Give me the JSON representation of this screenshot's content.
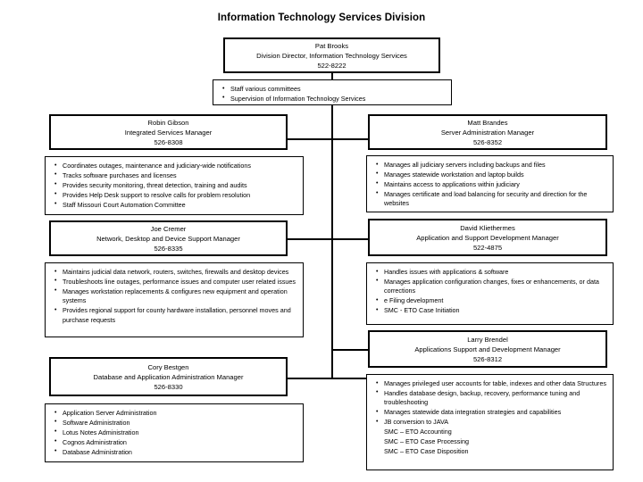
{
  "title": "Information Technology Services Division",
  "director": {
    "name": "Pat Brooks",
    "role": "Division Director, Information Technology Services",
    "phone": "522-8222"
  },
  "director_duties": {
    "items": [
      "Staff various committees",
      "Supervision  of Information Technology Services"
    ]
  },
  "gibson": {
    "name": "Robin Gibson",
    "role": "Integrated Services Manager",
    "phone": "526-8308"
  },
  "gibson_duties": {
    "items": [
      "Coordinates outages, maintenance and judiciary-wide notifications",
      "Tracks software purchases and licenses",
      "Provides security monitoring, threat detection, training and audits",
      "Provides Help Desk support to resolve calls for problem resolution",
      "Staff Missouri Court Automation Committee"
    ]
  },
  "brandes": {
    "name": "Matt Brandes",
    "role": "Server Administration Manager",
    "phone": "526-8352"
  },
  "brandes_duties": {
    "items": [
      "Manages all judiciary servers including backups and files",
      "Manages statewide workstation and laptop builds",
      "Maintains access to applications within judiciary",
      "Manages certificate and load balancing for security and direction for the websites"
    ]
  },
  "cremer": {
    "name": "Joe Cremer",
    "role": "Network, Desktop and Device Support Manager",
    "phone": "526-8335"
  },
  "cremer_duties": {
    "items": [
      "Maintains  judicial data network, routers, switches, firewalls and desktop devices",
      "Troubleshoots line outages, performance issues and computer user related issues",
      "Manages workstation replacements & configures new equipment and operation systems",
      "Provides regional support for county hardware installation, personnel moves and purchase requests"
    ]
  },
  "kliethermes": {
    "name": "David Kliethermes",
    "role": "Application and Support Development Manager",
    "phone": "522-4875"
  },
  "kliethermes_duties": {
    "items": [
      "Handles issues with applications & software",
      "Manages application configuration changes, fixes or enhancements, or data corrections",
      "e Filing development",
      "SMC - ETO Case Initiation"
    ]
  },
  "brendel": {
    "name": "Larry Brendel",
    "role": "Applications Support and Development Manager",
    "phone": "526-8312"
  },
  "bestgen": {
    "name": "Cory Bestgen",
    "role": "Database and Application Administration Manager",
    "phone": "526-8330"
  },
  "bestgen_duties": {
    "items": [
      "Application Server Administration",
      "Software Administration",
      "Lotus Notes  Administration",
      "Cognos Administration",
      "Database Administration"
    ]
  },
  "brendel_duties": {
    "bulleted": [
      "Manages privileged user accounts for table, indexes and other data Structures",
      "Handles database design, backup, recovery, performance tuning and troubleshooting",
      "Manages statewide data integration strategies and capabilities",
      "JB conversion to JAVA"
    ],
    "plain": [
      "SMC – ETO Accounting",
      "SMC – ETO Case Processing",
      "SMC – ETO Case Disposition"
    ]
  }
}
